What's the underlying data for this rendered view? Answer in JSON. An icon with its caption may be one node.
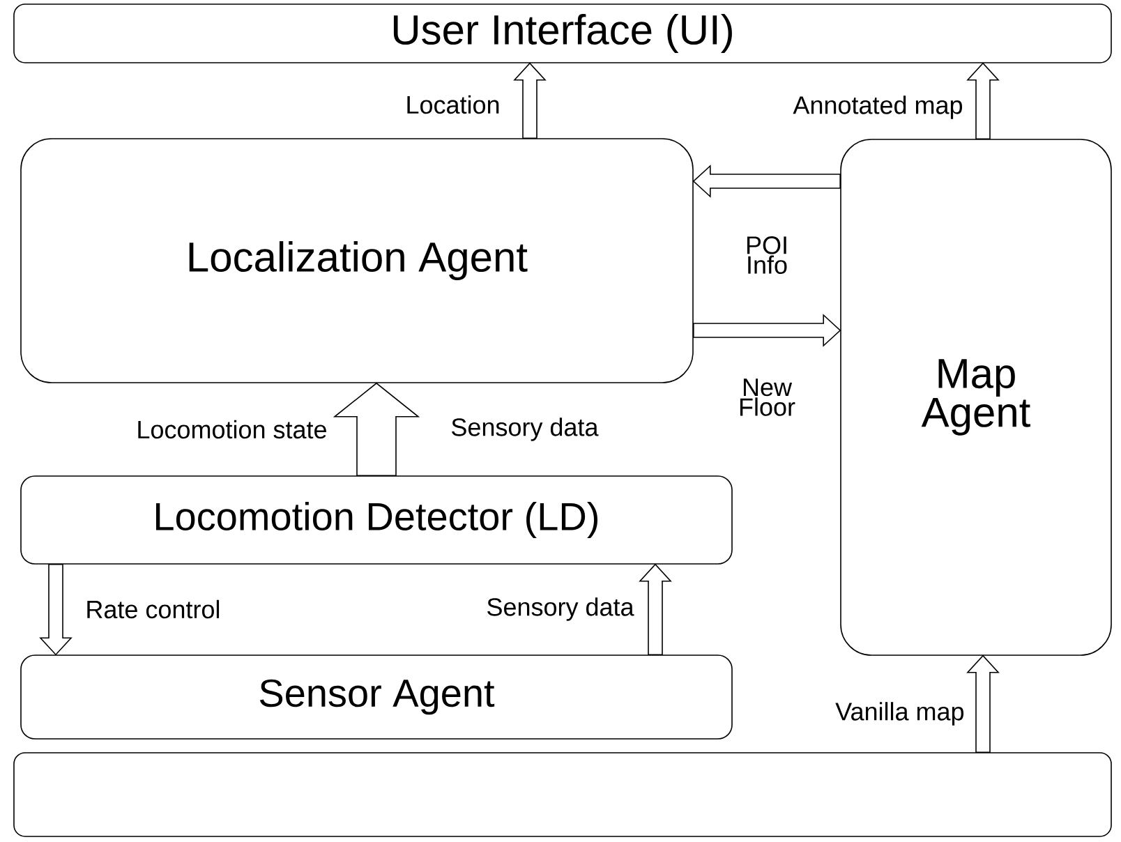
{
  "diagram": {
    "nodes": [
      {
        "text": [
          "User Interface (UI)"
        ]
      },
      {
        "text": [
          "Localization Agent"
        ]
      },
      {
        "text": [
          "Map Agent"
        ]
      },
      {
        "text": [
          "Locomotion Detector (LD)"
        ]
      },
      {
        "text": [
          "Sensor Agent"
        ]
      },
      {
        "text": [],
        "shape": "box"
      }
    ],
    "edges": [
      {
        "from": 1,
        "to": 0,
        "arrow": "to",
        "label": "Location"
      },
      {
        "from": 2,
        "to": 0,
        "arrow": "to",
        "label": "Annotated map"
      },
      {
        "from": 2,
        "to": 1,
        "arrow": "to",
        "label": "POI Info"
      },
      {
        "from": 1,
        "to": 2,
        "arrow": "to",
        "label": "New Floor"
      },
      {
        "from": 3,
        "to": 1,
        "arrow": "to"
      },
      {
        "from": 3,
        "to": 4,
        "arrow": "to",
        "label": "Rate control"
      },
      {
        "from": 4,
        "to": 3,
        "arrow": "to",
        "label": "Sensory data"
      },
      {
        "from": 5,
        "to": 2,
        "arrow": "to",
        "label": "Vanilla map"
      }
    ],
    "labels": [
      "Locomotion state",
      "Sensory data"
    ]
  }
}
